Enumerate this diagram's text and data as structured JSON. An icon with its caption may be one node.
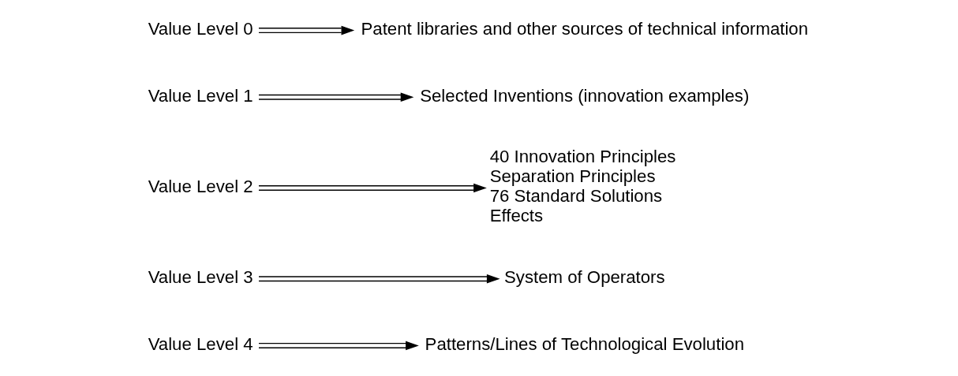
{
  "diagram": {
    "nodes": [
      {
        "text": [
          "Value Level 4"
        ]
      },
      {
        "text": [
          "Patterns/Lines of Technological Evolution"
        ]
      },
      {
        "text": [
          "Value Level 3"
        ]
      },
      {
        "text": [
          "System of Operators"
        ]
      },
      {
        "text": [
          "Value Level 2"
        ]
      },
      {
        "text": [
          "40 Innovation Principles",
          "Separation Principles",
          "76 Standard Solutions",
          "Effects"
        ]
      },
      {
        "text": [
          "Value Level 1"
        ]
      },
      {
        "text": [
          "Selected Inventions (innovation examples)"
        ]
      },
      {
        "text": [
          "Value Level 0"
        ]
      },
      {
        "text": [
          "Patent libraries and other sources of technical information"
        ]
      }
    ],
    "edges": [
      {
        "from": 0,
        "to": 1,
        "arrow": "to"
      },
      {
        "from": 2,
        "to": 3,
        "arrow": "to"
      },
      {
        "from": 4,
        "to": 5,
        "arrow": "to"
      },
      {
        "from": 6,
        "to": 7,
        "arrow": "to"
      },
      {
        "from": 8,
        "to": 9,
        "arrow": "to"
      }
    ]
  }
}
